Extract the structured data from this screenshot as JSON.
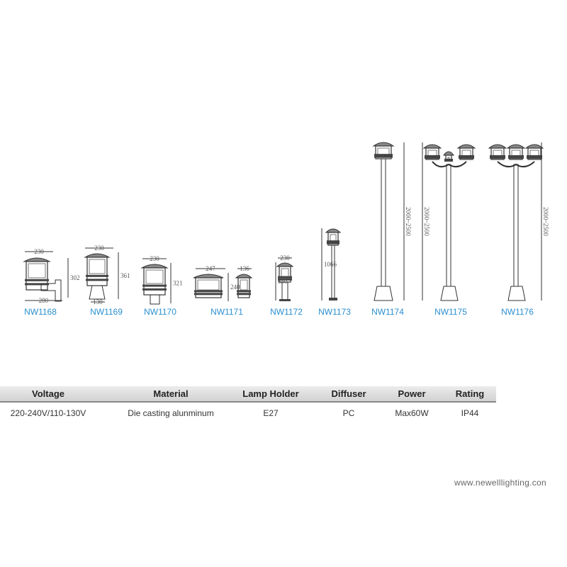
{
  "products": [
    {
      "model": "NW1168",
      "dims": [
        "230",
        "302",
        "280"
      ]
    },
    {
      "model": "NW1169",
      "dims": [
        "230",
        "361",
        "130"
      ]
    },
    {
      "model": "NW1170",
      "dims": [
        "230",
        "321"
      ]
    },
    {
      "model": "NW1171",
      "dims": [
        "247",
        "240",
        "136"
      ]
    },
    {
      "model": "NW1172",
      "dims": [
        "230",
        "650"
      ]
    },
    {
      "model": "NW1173",
      "dims": [
        "1066"
      ]
    },
    {
      "model": "NW1174",
      "dims": [
        "2000~2500"
      ]
    },
    {
      "model": "NW1175",
      "dims": [
        "2000~2500"
      ]
    },
    {
      "model": "NW1176",
      "dims": [
        "2000~2500"
      ]
    }
  ],
  "specs": {
    "headers": [
      "Voltage",
      "Material",
      "Lamp Holder",
      "Diffuser",
      "Power",
      "Rating"
    ],
    "values": [
      "220-240V/110-130V",
      "Die casting alunminum",
      "E27",
      "PC",
      "Max60W",
      "IP44"
    ]
  },
  "website": "www.newelllighting.con",
  "colors": {
    "model": "#2a8fd0",
    "line": "#333333"
  }
}
